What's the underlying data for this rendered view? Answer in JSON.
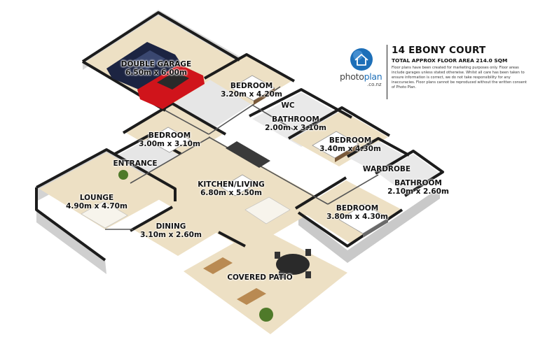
{
  "listing": {
    "title": "14 EBONY COURT",
    "floor_area": "TOTAL APPROX FLOOR AREA 214.0 SQM",
    "disclaimer": "Floor plans have been created for marketing purposes only. Floor areas include garages unless stated otherwise. Whilst all care has been taken to ensure information is correct, we do not take responsibility for any inaccuracies. Floor plans cannot be reproduced without the written consent of Photo Plan."
  },
  "logo": {
    "word_main": "photo",
    "word_accent": "plan",
    "sub": ".co.nz",
    "icon": "house-outline-icon"
  },
  "rooms": {
    "garage": {
      "name": "DOUBLE GARAGE",
      "size": "6.50m x 6.00m"
    },
    "bedroom_top": {
      "name": "BEDROOM",
      "size": "3.20m x 4.20m"
    },
    "wc": {
      "name": "WC"
    },
    "bathroom_main": {
      "name": "BATHROOM",
      "size": "2.00m x 3.10m"
    },
    "bedroom_left": {
      "name": "BEDROOM",
      "size": "3.00m x 3.10m"
    },
    "bedroom_right": {
      "name": "BEDROOM",
      "size": "3.40m x 4.30m"
    },
    "entrance": {
      "name": "ENTRANCE"
    },
    "wardrobe": {
      "name": "WARDROBE"
    },
    "kitchen": {
      "name": "KITCHEN/LIVING",
      "size": "6.80m x 5.50m"
    },
    "bathroom_ensuite": {
      "name": "BATHROOM",
      "size": "2.10m x 2.60m"
    },
    "lounge": {
      "name": "LOUNGE",
      "size": "4.90m x 4.70m"
    },
    "bedroom_master": {
      "name": "BEDROOM",
      "size": "3.80m x 4.30m"
    },
    "dining": {
      "name": "DINING",
      "size": "3.10m x 2.60m"
    },
    "patio": {
      "name": "COVERED PATIO"
    }
  },
  "colors": {
    "floor": "#ede0c4",
    "wall_top": "#1c1c1c",
    "wall_face": "#d9d9d9",
    "brand_blue": "#1d6fb8",
    "car_red": "#d0141b",
    "car_navy": "#1c2442"
  }
}
